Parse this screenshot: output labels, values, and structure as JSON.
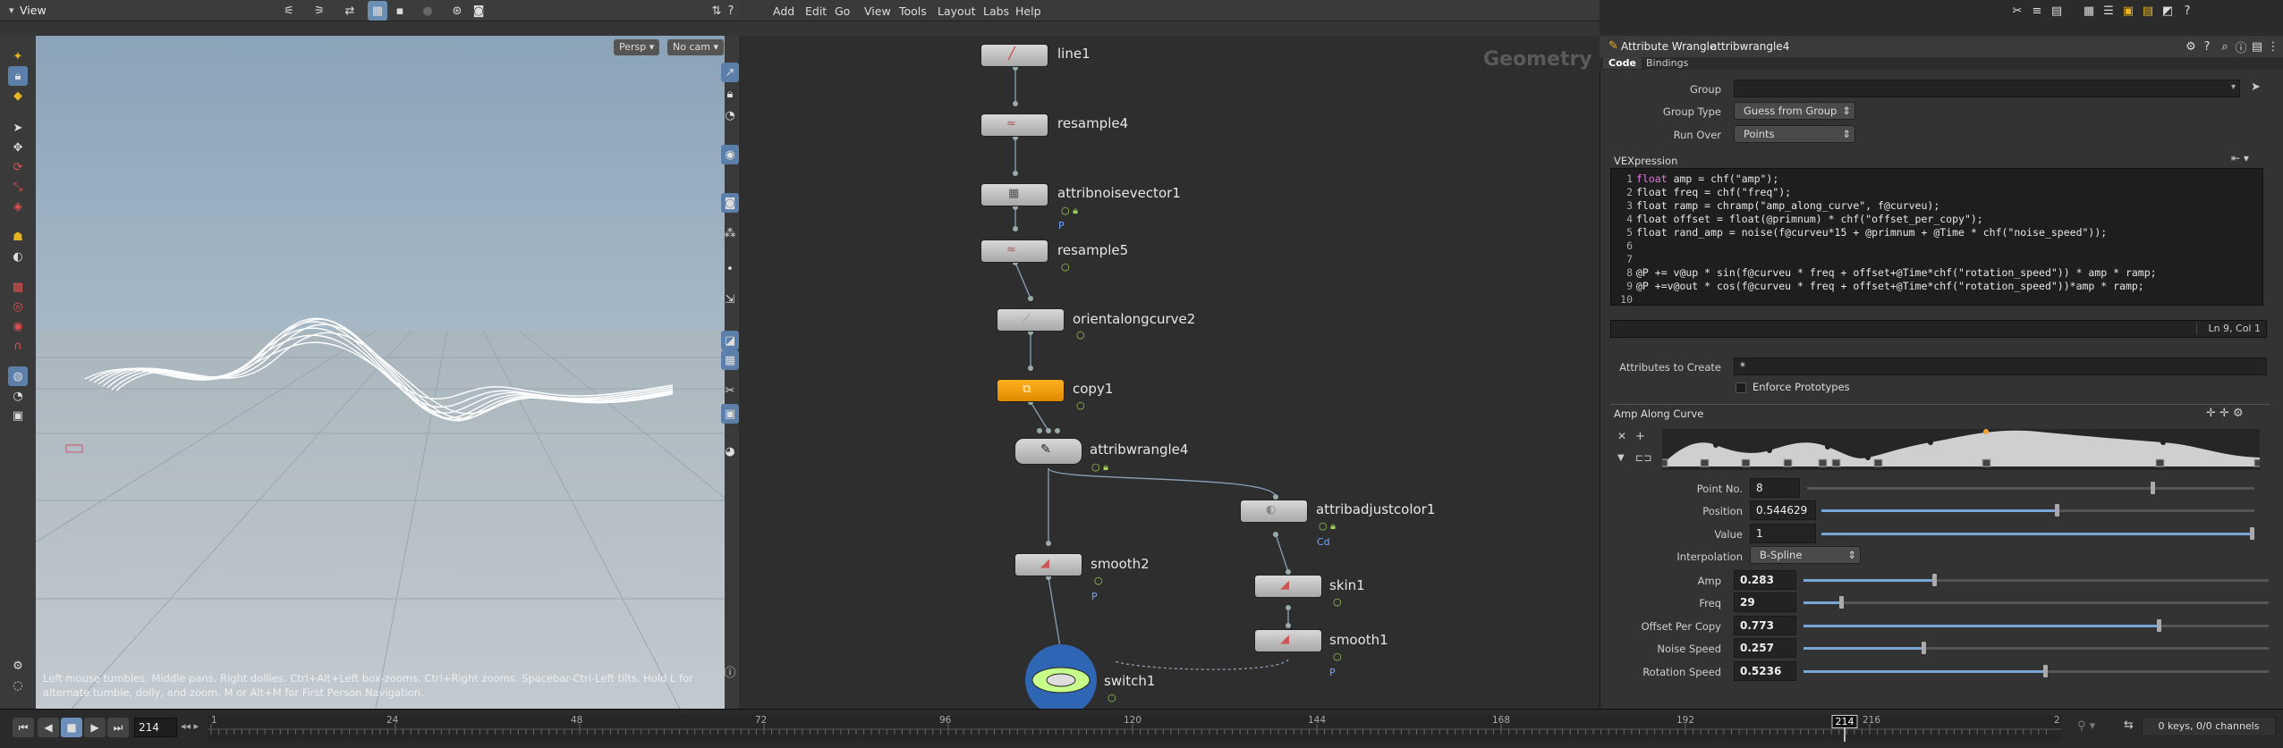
{
  "viewport": {
    "title": "View",
    "persp_label": "Persp",
    "cam_label": "No cam",
    "help_text": "Left mouse tumbles. Middle pans. Right dollies. Ctrl+Alt+Left box-zooms. Ctrl+Right zooms. Spacebar-Ctrl-Left tilts. Hold L for alternate tumble, dolly, and zoom.    M or Alt+M for First Person Navigation."
  },
  "network": {
    "menu": [
      "Add",
      "Edit",
      "Go",
      "View",
      "Tools",
      "Layout",
      "Labs",
      "Help"
    ],
    "context_label": "Geometry",
    "nodes": {
      "line1": "line1",
      "resample4": "resample4",
      "attribnoisevector1": "attribnoisevector1",
      "resample5": "resample5",
      "orientalongcurve2": "orientalongcurve2",
      "copy1": "copy1",
      "attribwrangle4": "attribwrangle4",
      "attribadjustcolor1": "attribadjustcolor1",
      "smooth2": "smooth2",
      "skin1": "skin1",
      "smooth1": "smooth1",
      "switch1": "switch1"
    },
    "attr_flags": {
      "attribnoisevector1": "P",
      "attribadjustcolor1": "Cd",
      "smooth2": "P",
      "smooth1": "P"
    }
  },
  "params": {
    "node_type": "Attribute Wrangle",
    "node_name": "attribwrangle4",
    "tabs": [
      "Code",
      "Bindings"
    ],
    "group_label": "Group",
    "group_value": "",
    "group_type_label": "Group Type",
    "group_type_value": "Guess from Group",
    "run_over_label": "Run Over",
    "run_over_value": "Points",
    "vex_label": "VEXpression",
    "code_lines": [
      {
        "n": "1",
        "text": "float amp = chf(\"amp\");"
      },
      {
        "n": "2",
        "text": "float freq = chf(\"freq\");"
      },
      {
        "n": "3",
        "text": "float ramp = chramp(\"amp_along_curve\", f@curveu);"
      },
      {
        "n": "4",
        "text": "float offset = float(@primnum) * chf(\"offset_per_copy\");"
      },
      {
        "n": "5",
        "text": "float rand_amp = noise(f@curveu*15 + @primnum + @Time * chf(\"noise_speed\"));"
      },
      {
        "n": "6",
        "text": ""
      },
      {
        "n": "7",
        "text": ""
      },
      {
        "n": "8",
        "text": "@P += v@up * sin(f@curveu * freq + offset+@Time*chf(\"rotation_speed\")) * amp * ramp;"
      },
      {
        "n": "9",
        "text": "@P +=v@out * cos(f@curveu * freq + offset+@Time*chf(\"rotation_speed\"))*amp * ramp;"
      },
      {
        "n": "10",
        "text": ""
      }
    ],
    "cursor_pos": "Ln 9, Col 1",
    "attrs_create_label": "Attributes to Create",
    "attrs_create_value": "*",
    "enforce_label": "Enforce Prototypes",
    "ramp_label": "Amp Along Curve",
    "point_no_label": "Point No.",
    "point_no_value": "8",
    "position_label": "Position",
    "position_value": "0.544629",
    "value_label": "Value",
    "value_value": "1",
    "interp_label": "Interpolation",
    "interp_value": "B-Spline",
    "amp_label": "Amp",
    "amp_value": "0.283",
    "freq_label": "Freq",
    "freq_value": "29",
    "offset_label": "Offset Per Copy",
    "offset_value": "0.773",
    "noise_label": "Noise Speed",
    "noise_value": "0.257",
    "rot_label": "Rotation Speed",
    "rot_value": "0.5236"
  },
  "timeline": {
    "current_frame": "214",
    "frame_marker": "214",
    "ticks": [
      "1",
      "24",
      "48",
      "72",
      "96",
      "120",
      "144",
      "168",
      "192",
      "216",
      "2"
    ],
    "keys_info": "0 keys, 0/0 channels"
  }
}
